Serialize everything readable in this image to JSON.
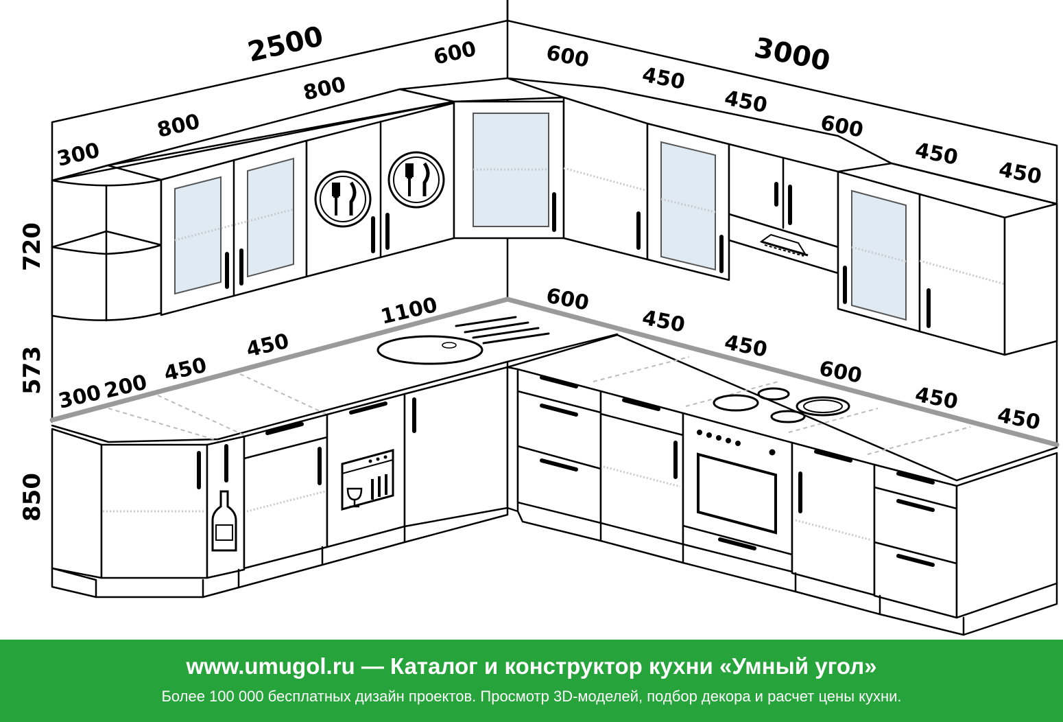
{
  "dimensions": {
    "left_total": "2500",
    "right_total": "3000",
    "upper_left": [
      "300",
      "800",
      "800",
      "600"
    ],
    "upper_right": [
      "600",
      "450",
      "450",
      "600",
      "450",
      "450"
    ],
    "lower_left": [
      "300",
      "200",
      "450",
      "450",
      "1100"
    ],
    "lower_right": [
      "600",
      "450",
      "450",
      "600",
      "450",
      "450"
    ],
    "heights": [
      "720",
      "573",
      "850"
    ]
  },
  "icons": [
    "cutlery-plate-icon",
    "dishwasher-icon",
    "bottle-icon",
    "range-hood-icon",
    "hob-icon",
    "oven-icon",
    "sink-icon"
  ],
  "colors": {
    "footer_bg": "#27a33c",
    "glass": "#dfeaf3",
    "countertop_edge": "#9a9a9a"
  },
  "footer": {
    "title": "www.umugol.ru — Каталог и конструктор кухни «Умный угол»",
    "subtitle": "Более 100 000 бесплатных дизайн проектов. Просмотр 3D-моделей, подбор декора и расчет цены кухни."
  }
}
